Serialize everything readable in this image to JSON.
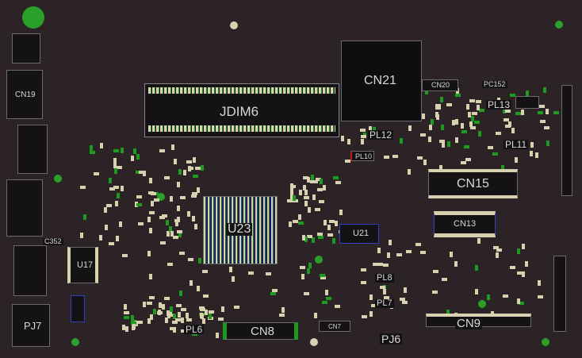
{
  "view": {
    "background": "#2b2325",
    "pad_color": "#d9d0b0",
    "ground_color": "#1f9a20",
    "via_color": "#1a2ab0"
  },
  "components": {
    "cn19": "CN19",
    "jdim6": "JDIM6",
    "cn21": "CN21",
    "cn20": "CN20",
    "pc152": "PC152",
    "pl13": "PL13",
    "pl12": "PL12",
    "pl10": "PL10",
    "pl11": "PL11",
    "cn15": "CN15",
    "cn13": "CN13",
    "u21": "U21",
    "u23": "U23",
    "c352": "C352",
    "u17": "U17",
    "pj7": "PJ7",
    "pl6": "PL6",
    "cn8": "CN8",
    "cn7": "CN7",
    "pl8": "PL8",
    "pl7": "PL7",
    "cn9": "CN9",
    "pj6": "PJ6"
  }
}
